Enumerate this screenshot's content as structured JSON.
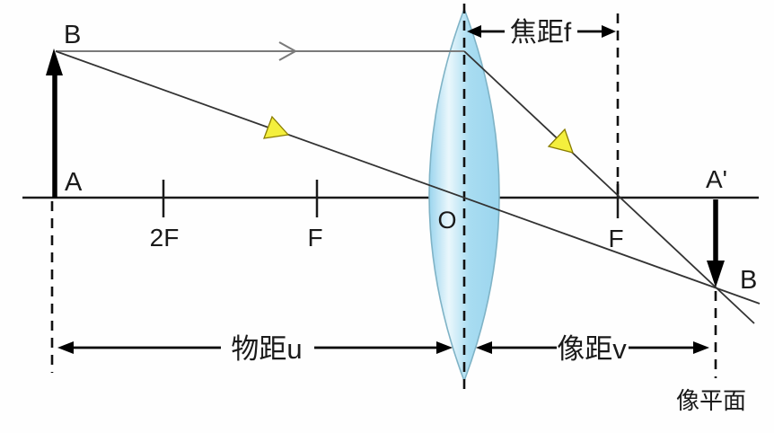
{
  "figure": {
    "kind": "convex-lens-imaging-diagram",
    "labels": {
      "object_top": "B",
      "object_base": "A",
      "mark_2f": "2F",
      "mark_f_left": "F",
      "lens_center": "O",
      "mark_f_right": "F",
      "image_base": "A'",
      "image_tip": "B",
      "focal_length": "焦距f",
      "object_distance": "物距u",
      "image_distance": "像距v",
      "image_plane": "像平面"
    },
    "colors": {
      "ink": "#1a1a1a",
      "incident_ray": "#7a7a7a",
      "ray": "#333333",
      "lens_stroke": "#7fb3c6",
      "lens_edge_blue": "#9bd5ee",
      "lens_mid_blue": "#a8dcf1",
      "lens_light": "#eaf7fc",
      "marker_fill": "#f4ef3d",
      "marker_stroke": "#8a7d00"
    }
  }
}
